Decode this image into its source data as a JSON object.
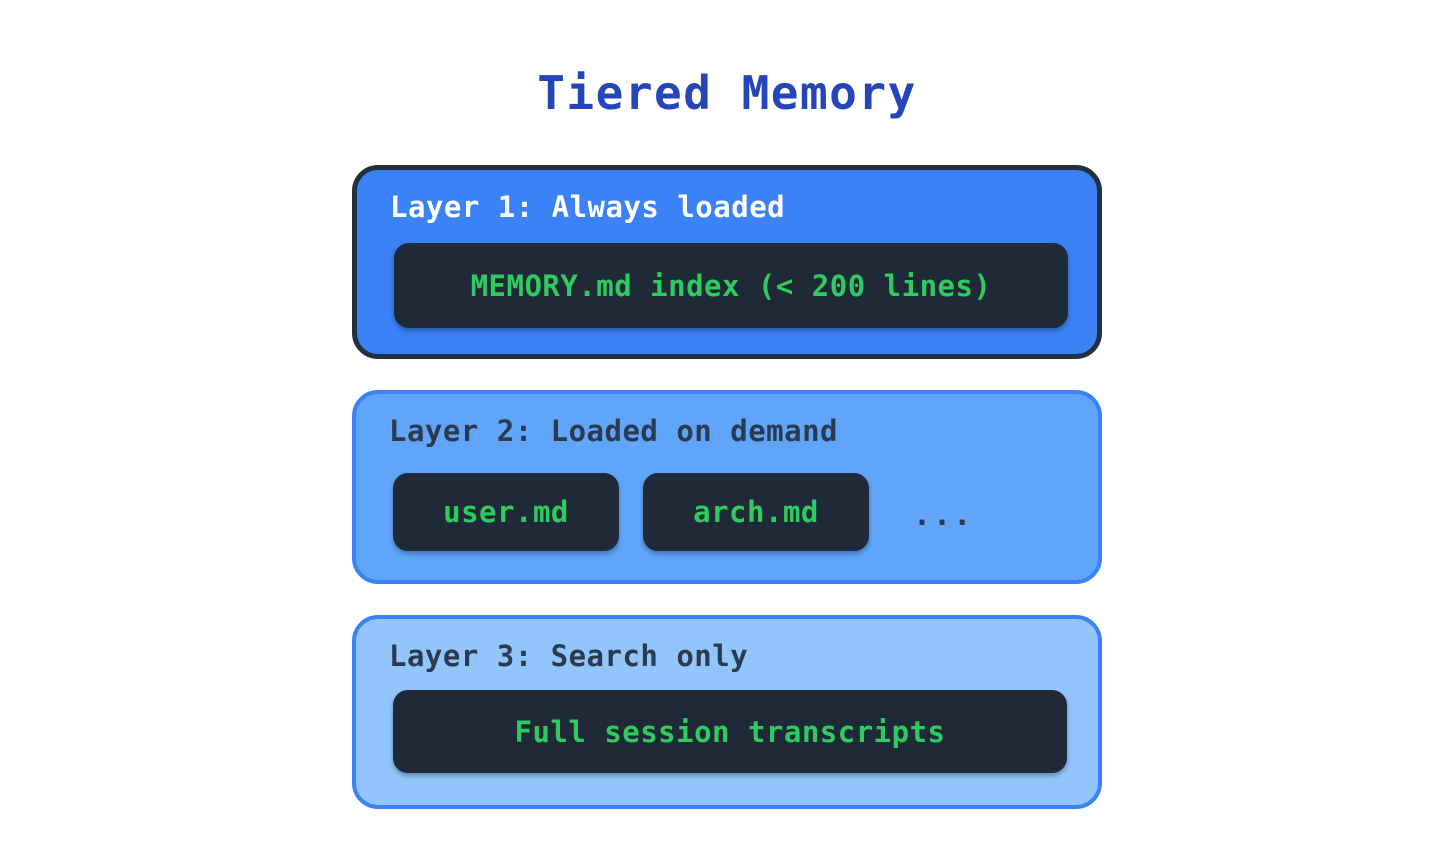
{
  "title": "Tiered Memory",
  "layers": [
    {
      "label": "Layer 1: Always loaded",
      "fill": "#3b82f6",
      "border": "#22303f",
      "items": [
        {
          "text": "MEMORY.md index (< 200 lines)"
        }
      ]
    },
    {
      "label": "Layer 2: Loaded on demand",
      "fill": "#60a5fa",
      "border": "#3b82f6",
      "items": [
        {
          "text": "user.md"
        },
        {
          "text": "arch.md"
        }
      ],
      "overflow_indicator": "..."
    },
    {
      "label": "Layer 3: Search only",
      "fill": "#93c5fd",
      "border": "#3b82f6",
      "items": [
        {
          "text": "Full session transcripts"
        }
      ]
    }
  ],
  "colors": {
    "title": "#2546b8",
    "code_text": "#2ecc5f",
    "code_background": "#1f2937",
    "label_light": "#ffffff",
    "label_dark": "#2b3a4f",
    "page_background": "#ffffff"
  }
}
